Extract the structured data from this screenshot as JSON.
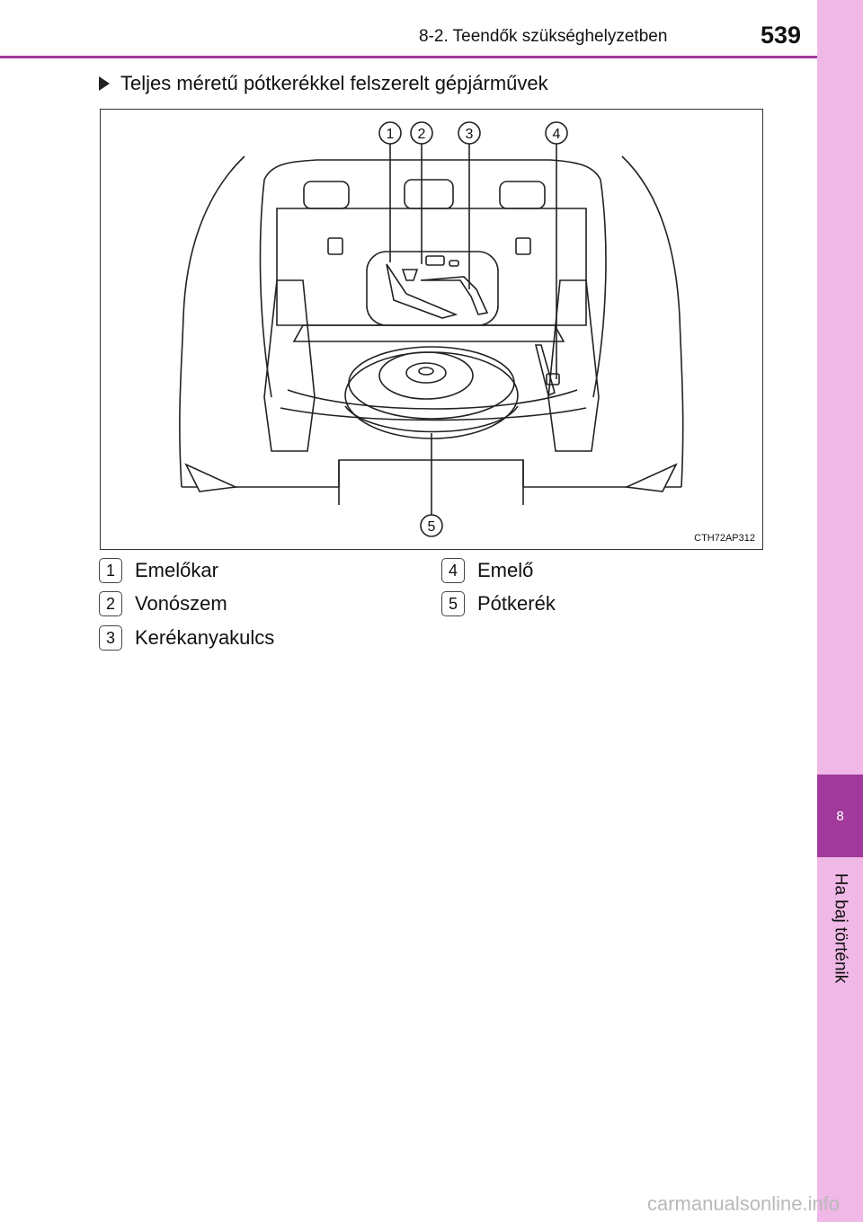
{
  "header": {
    "section_title": "8-2. Teendők szükséghelyzetben",
    "page_number": "539"
  },
  "side_tab": {
    "chapter_number": "8",
    "chapter_label": "Ha baj történik"
  },
  "heading": "Teljes méretű pótkerékkel felszerelt gépjárművek",
  "figure": {
    "code": "CTH72AP312",
    "callouts": [
      "1",
      "2",
      "3",
      "4",
      "5"
    ]
  },
  "legend": [
    {
      "num": "1",
      "label": "Emelőkar"
    },
    {
      "num": "2",
      "label": "Vonószem"
    },
    {
      "num": "3",
      "label": "Kerékanyakulcs"
    },
    {
      "num": "4",
      "label": "Emelő"
    },
    {
      "num": "5",
      "label": "Pótkerék"
    }
  ],
  "footer": "carmanualsonline.info"
}
